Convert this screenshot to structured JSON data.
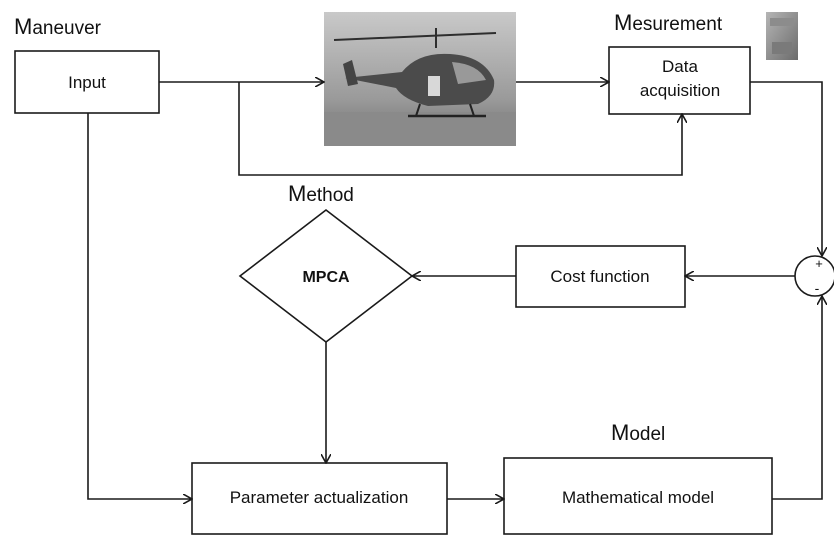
{
  "sections": {
    "maneuver": {
      "initial": "M",
      "rest": "aneuver"
    },
    "measurement": {
      "initial": "M",
      "rest": "esurement"
    },
    "method": {
      "initial": "M",
      "rest": "ethod"
    },
    "model": {
      "initial": "M",
      "rest": "odel"
    }
  },
  "blocks": {
    "input": "Input",
    "data_acquisition_line1": "Data",
    "data_acquisition_line2": "acquisition",
    "mpca": "MPCA",
    "cost_function": "Cost function",
    "parameter_actualization": "Parameter actualization",
    "mathematical_model": "Mathematical model"
  },
  "summing_junction": {
    "plus": "+",
    "minus": "-"
  },
  "colors": {
    "stroke": "#1a1a1a",
    "background": "#ffffff"
  }
}
